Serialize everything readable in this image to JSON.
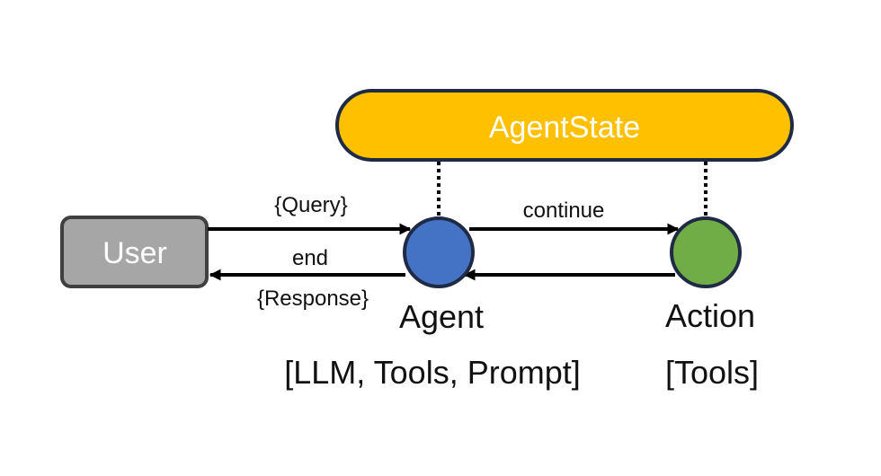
{
  "nodes": {
    "agent_state": {
      "label": "AgentState",
      "fill": "#FFC000",
      "stroke": "#1F2A44"
    },
    "user": {
      "label": "User",
      "fill": "#A6A6A6",
      "stroke": "#404040"
    },
    "agent": {
      "label": "Agent",
      "sublabel": "[LLM, Tools, Prompt]",
      "fill": "#4472C4",
      "stroke": "#1F2A44"
    },
    "action": {
      "label": "Action",
      "sublabel": "[Tools]",
      "fill": "#70AD47",
      "stroke": "#1F2A44"
    }
  },
  "edges": {
    "query": {
      "label": "{Query}"
    },
    "continue": {
      "label": "continue"
    },
    "end": {
      "label": "end"
    },
    "response": {
      "label": "{Response}"
    }
  }
}
